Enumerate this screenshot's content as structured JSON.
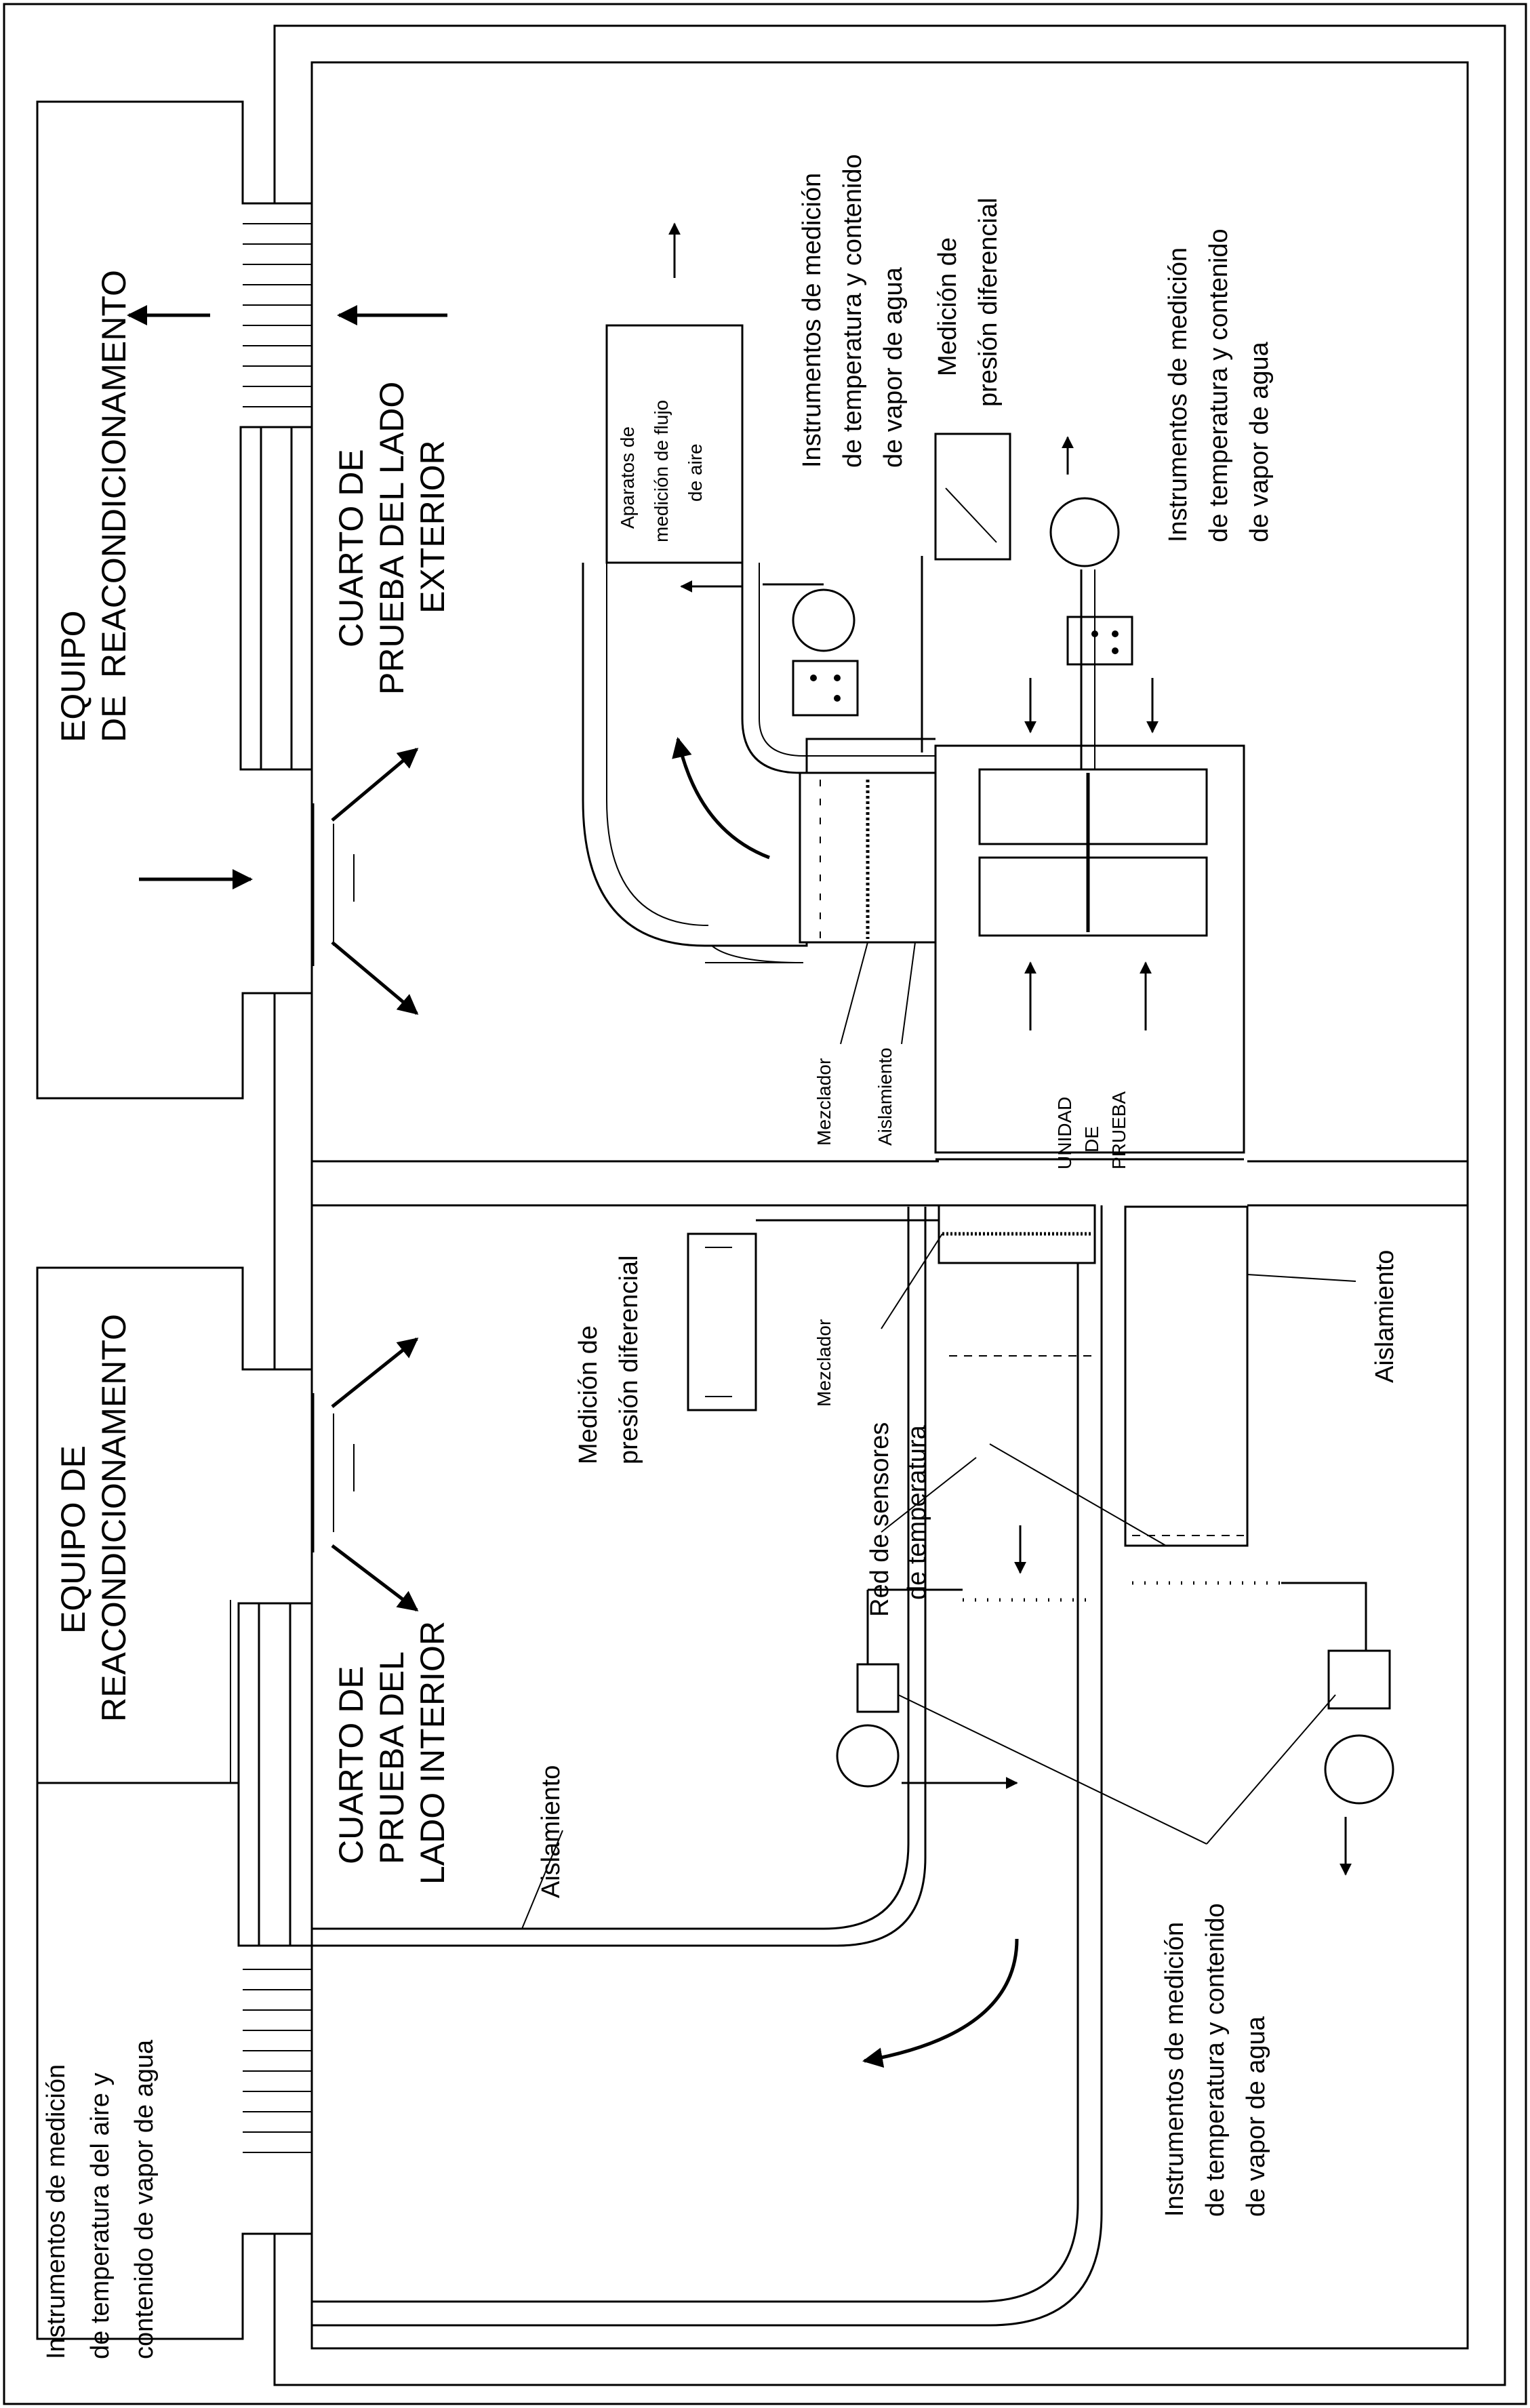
{
  "labels": {
    "equipo_top_1": "EQUIPO",
    "equipo_top_2": "DE",
    "equipo_top_3": "REACONDICIONAMENTO",
    "cuarto_ext_1": "CUARTO DE",
    "cuarto_ext_2": "PRUEBA DEL LADO",
    "cuarto_ext_3": "EXTERIOR",
    "equipo_bot_1": "EQUIPO DE",
    "equipo_bot_2": "REACONDICIONAMENTO",
    "cuarto_int_1": "CUARTO DE",
    "cuarto_int_2": "PRUEBA DEL",
    "cuarto_int_3": "LADO INTERIOR",
    "aparatos_1": "Aparatos de",
    "aparatos_2": "medición de flujo",
    "aparatos_3": "de aire",
    "inst_a_1": "Instrumentos de medición",
    "inst_a_2": "de temperatura y contenido",
    "inst_a_3": "de vapor de agua",
    "medicion_top_1": "Medición de",
    "medicion_top_2": "presión diferencial",
    "inst_b_1": "Instrumentos de medición",
    "inst_b_2": "de temperatura y contenido",
    "inst_b_3": "de vapor de agua",
    "mezclador_top": "Mezclador",
    "aislamiento_top": "Aislamiento",
    "unidad_1": "UNIDAD",
    "unidad_2": "DE",
    "unidad_3": "PRUEBA",
    "aislamiento_right": "Aislamiento",
    "medicion_bot_1": "Medición de",
    "medicion_bot_2": "presión diferencial",
    "mezclador_bot": "Mezclador",
    "red_1": "Red de sensores",
    "red_2": "de temperatura",
    "aislamiento_bot": "Aislamiento",
    "inst_c_1": "Instrumentos de medición",
    "inst_c_2": "de temperatura del aire y",
    "inst_c_3": "contenido de vapor de agua",
    "inst_d_1": "Instrumentos de medición",
    "inst_d_2": "de temperatura y contenido",
    "inst_d_3": "de vapor de agua"
  }
}
